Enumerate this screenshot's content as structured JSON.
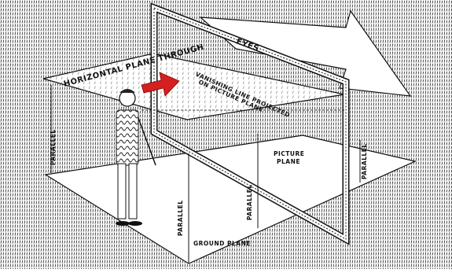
{
  "labels": {
    "horizontal_plane": "HORIZONTAL PLANE THROUGH",
    "eyes": "EYES",
    "vanishing_line_1": "VANISHING LINE PROJECTED",
    "vanishing_line_2": "ON PICTURE PLANE",
    "picture_plane_1": "PICTURE",
    "picture_plane_2": "PLANE",
    "parallel_left": "PARALLEL",
    "parallel_front": "PARALLEL",
    "parallel_mid": "PARALLEL",
    "parallel_right": "PARALLEL",
    "ground_plane": "GROUND PLANE"
  },
  "colors": {
    "ink": "#111111",
    "paper": "#ffffff",
    "arrow": "#d42020"
  },
  "icons": {
    "sight_arrow": "red-arrow-icon"
  }
}
